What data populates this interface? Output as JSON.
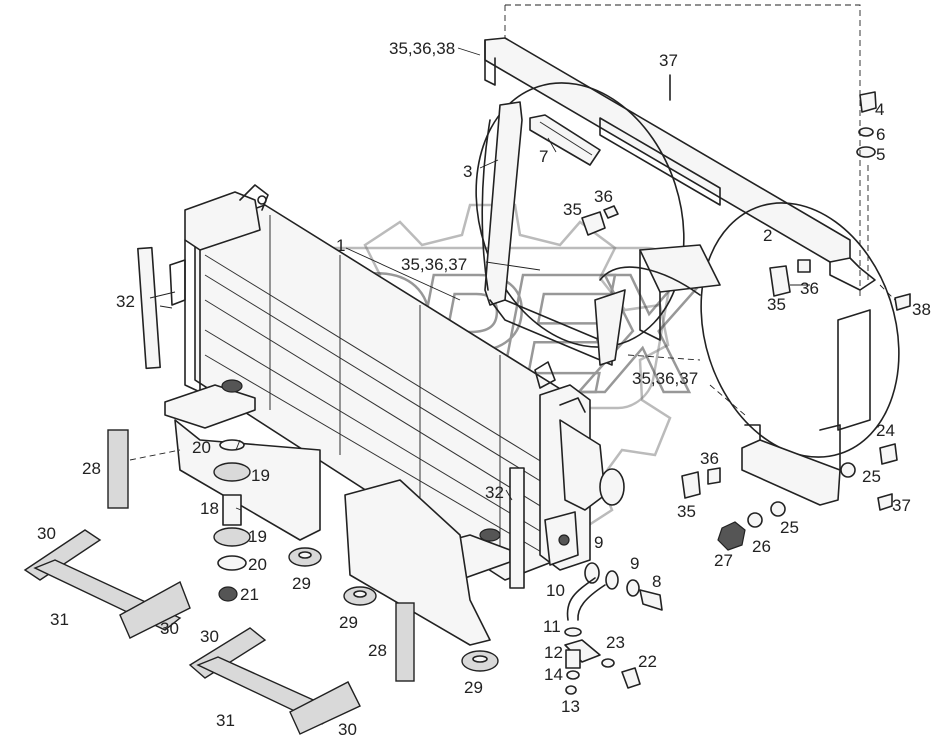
{
  "watermark": {
    "text": "OPEX"
  },
  "callouts": {
    "c_35_36_38": "35,36,38",
    "c_37_top": "37",
    "c_4": "4",
    "c_6": "6",
    "c_5": "5",
    "c_7": "7",
    "c_3": "3",
    "c_36_a": "36",
    "c_35_a": "35",
    "c_2": "2",
    "c_1": "1",
    "c_35_36_37_a": "35,36,37",
    "c_32_left": "32",
    "c_35_b": "35",
    "c_36_b": "36",
    "c_38": "38",
    "c_35_36_37_b": "35,36,37",
    "c_20_a": "20",
    "c_19_a": "19",
    "c_28_a": "28",
    "c_18": "18",
    "c_19_b": "19",
    "c_20_b": "20",
    "c_21": "21",
    "c_29_a": "29",
    "c_30_a": "30",
    "c_31_a": "31",
    "c_30_b": "30",
    "c_32_right": "32",
    "c_9_a": "9",
    "c_9_b": "9",
    "c_8": "8",
    "c_10": "10",
    "c_29_b": "29",
    "c_11": "11",
    "c_23": "23",
    "c_22": "22",
    "c_12": "12",
    "c_14": "14",
    "c_13": "13",
    "c_28_b": "28",
    "c_29_c": "29",
    "c_30_c": "30",
    "c_31_b": "31",
    "c_30_d": "30",
    "c_36_c": "36",
    "c_35_c": "35",
    "c_24": "24",
    "c_25_a": "25",
    "c_25_b": "25",
    "c_37_right": "37",
    "c_27": "27",
    "c_26": "26"
  }
}
